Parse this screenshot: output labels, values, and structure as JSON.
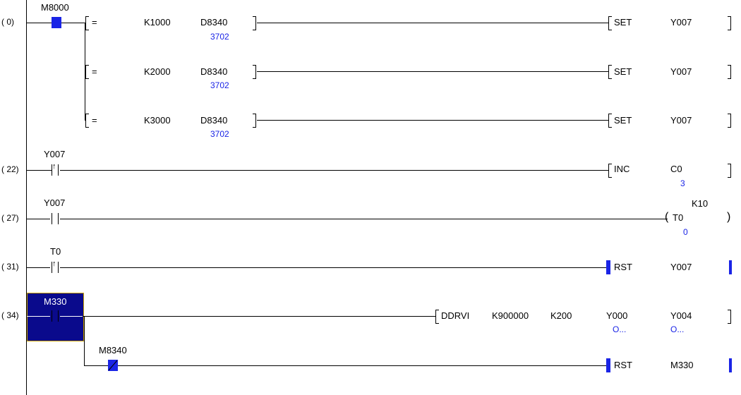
{
  "rungs": [
    {
      "step": "(  0)",
      "contact": "M8000",
      "branches": [
        {
          "op": "=",
          "s1": "K1000",
          "s2": "D8340",
          "s2_mon": "3702",
          "coil": "SET",
          "dev": "Y007"
        },
        {
          "op": "=",
          "s1": "K2000",
          "s2": "D8340",
          "s2_mon": "3702",
          "coil": "SET",
          "dev": "Y007"
        },
        {
          "op": "=",
          "s1": "K3000",
          "s2": "D8340",
          "s2_mon": "3702",
          "coil": "SET",
          "dev": "Y007"
        }
      ]
    },
    {
      "step": "( 22)",
      "contact": "Y007",
      "coil": "INC",
      "dev": "C0",
      "dev_mon": "3"
    },
    {
      "step": "( 27)",
      "contact": "Y007",
      "coil": "T0",
      "const": "K10",
      "dev_mon": "0"
    },
    {
      "step": "( 31)",
      "contact": "T0",
      "coil": "RST",
      "dev": "Y007"
    },
    {
      "step": "( 34)",
      "contact": "M330",
      "instr": "DDRVI",
      "p1": "K900000",
      "p2": "K200",
      "p3": "Y000",
      "p3_mon": "O...",
      "p4": "Y004",
      "p4_mon": "O..."
    },
    {
      "contact": "M8340",
      "coil": "RST",
      "dev": "M330"
    }
  ],
  "colors": {
    "monitor": "#1a24e6",
    "selection": "#0a0a8c",
    "selection_border": "#c8a000"
  }
}
